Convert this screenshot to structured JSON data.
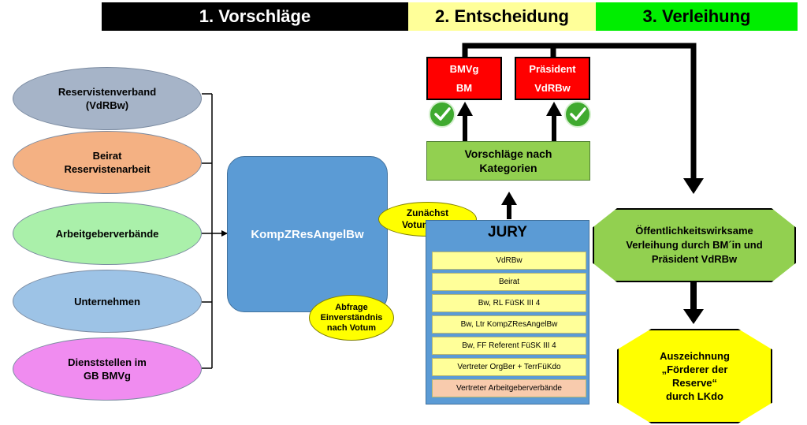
{
  "phases": {
    "proposals": "1. Vorschläge",
    "decision": "2. Entscheidung",
    "award": "3. Verleihung"
  },
  "sources": [
    {
      "label": "Reservistenverband\n(VdRBw)",
      "color": "#a6b4c8"
    },
    {
      "label": "Beirat\nReservistenarbeit",
      "color": "#f4b183"
    },
    {
      "label": "Arbeitgeberverbände",
      "color": "#aaf0aa"
    },
    {
      "label": "Unternehmen",
      "color": "#9dc3e6"
    },
    {
      "label": "Dienststellen im\nGB BMVg",
      "color": "#f08cf0"
    }
  ],
  "hub": {
    "label": "KompZResAngelBw"
  },
  "bubbles": {
    "vote_first": "Zunächst\nVotum Jury",
    "consent_query": "Abfrage\nEinverständnis\nnach Votum"
  },
  "jury": {
    "title": "JURY",
    "members": [
      "VdRBw",
      "Beirat",
      "Bw, RL FüSK III 4",
      "Bw, Ltr KompZResAngelBw",
      "Bw, FF Referent FüSK III 4",
      "Vertreter OrgBer + TerrFüKdo",
      "Vertreter Arbeitgeberverbände"
    ]
  },
  "categories": {
    "label": "Vorschläge nach\nKategorien"
  },
  "deciders": {
    "bmvg": "BMVg\nBM",
    "president": "Präsident\nVdRBw"
  },
  "icons": {
    "approval": "checkmark-icon"
  },
  "outcomes": {
    "public_award": "Öffentlichkeitswirksame\nVerleihung durch BM´in und\nPräsident VdRBw",
    "distinction": "Auszeichnung\n„Förderer der\nReserve“\ndurch LKdo"
  },
  "colors": {
    "phase1": "#000000",
    "phase2": "#ffff99",
    "phase3": "#00ee00",
    "hub": "#5b9bd5",
    "decider": "#ff0000",
    "categories": "#92d050",
    "bubble": "#ffff00"
  }
}
